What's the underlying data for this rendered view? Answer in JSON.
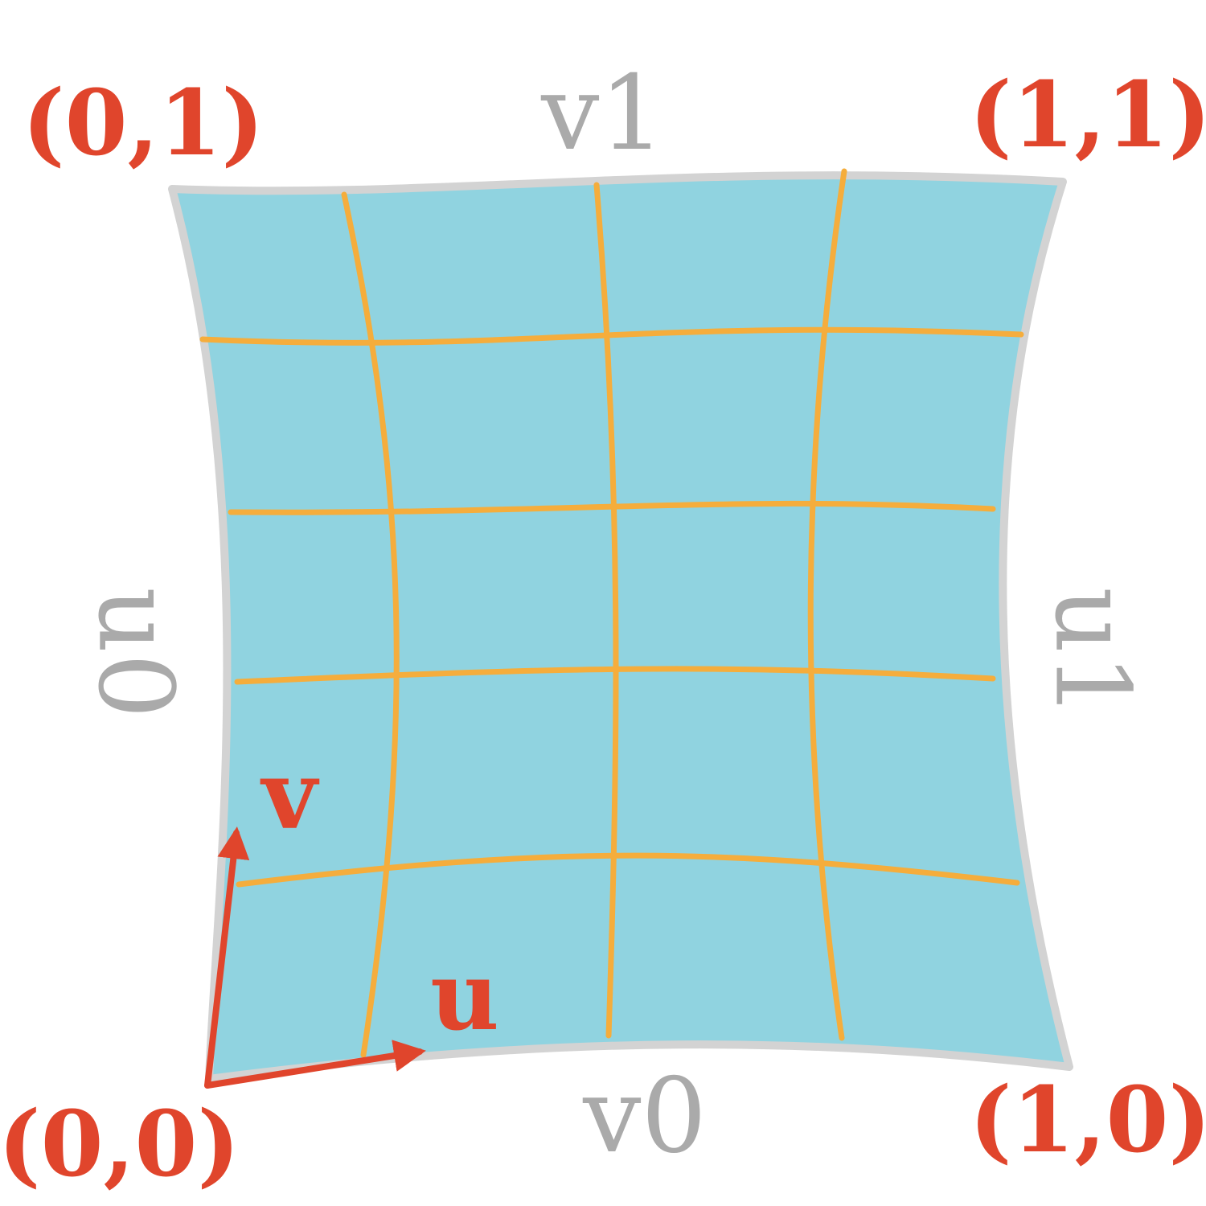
{
  "diagram": {
    "corners": {
      "origin": "(0,0)",
      "u_end": "(1,0)",
      "v_end": "(0,1)",
      "far": "(1,1)"
    },
    "edges": {
      "bottom": "v0",
      "top": "v1",
      "left": "u0",
      "right": "u1"
    },
    "axes": {
      "u": "u",
      "v": "v"
    },
    "colors": {
      "surface_fill": "#90d3e0",
      "surface_border": "#d3d3d3",
      "grid_lines": "#f5ad3c",
      "accent": "#e0452c",
      "edge_text": "#aaaaaa"
    }
  }
}
